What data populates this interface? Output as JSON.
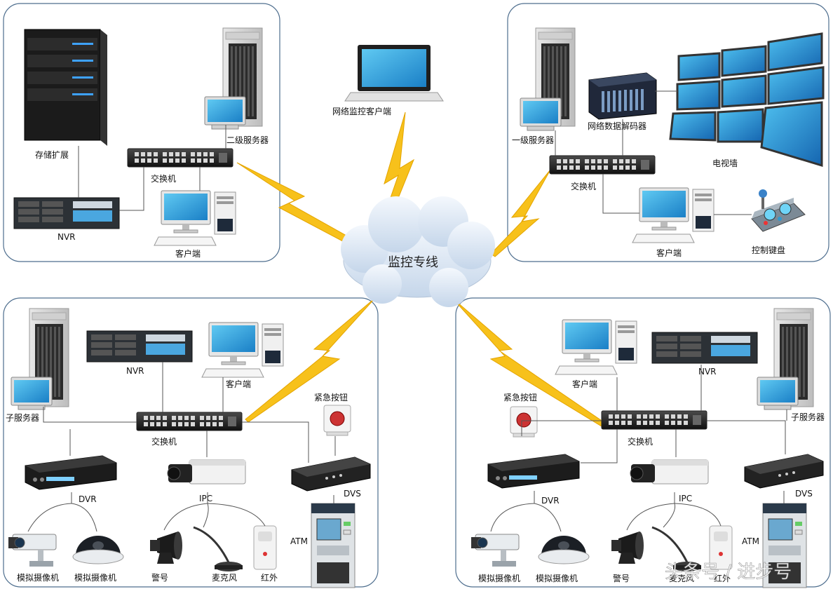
{
  "center": {
    "label": "监控专线"
  },
  "top_middle": {
    "label": "网络监控客户端"
  },
  "top_left": {
    "storage": "存储扩展",
    "secondary_server": "二级服务器",
    "switch": "交换机",
    "nvr": "NVR",
    "client": "客户端"
  },
  "top_right": {
    "primary_server": "一级服务器",
    "decoder": "网络数据解码器",
    "video_wall": "电视墙",
    "switch": "交换机",
    "client": "客户端",
    "keyboard": "控制键盘"
  },
  "bottom_left": {
    "nvr": "NVR",
    "client": "客户端",
    "sub_server": "子服务器",
    "switch": "交换机",
    "panic_button": "紧急按钮",
    "dvr": "DVR",
    "ipc": "IPC",
    "dvs": "DVS",
    "atm": "ATM",
    "analog_cam1": "模拟摄像机",
    "analog_cam2": "模拟摄像机",
    "alarm": "警号",
    "mic": "麦克风",
    "infrared": "红外"
  },
  "bottom_right": {
    "panic_button": "紧急按钮",
    "client": "客户端",
    "nvr": "NVR",
    "sub_server": "子服务器",
    "switch": "交换机",
    "dvr": "DVR",
    "ipc": "IPC",
    "dvs": "DVS",
    "atm": "ATM",
    "analog_cam1": "模拟摄像机",
    "analog_cam2": "模拟摄像机",
    "alarm": "警号",
    "mic": "麦克风",
    "infrared": "红外"
  },
  "watermark": "头条号 / 进步号"
}
